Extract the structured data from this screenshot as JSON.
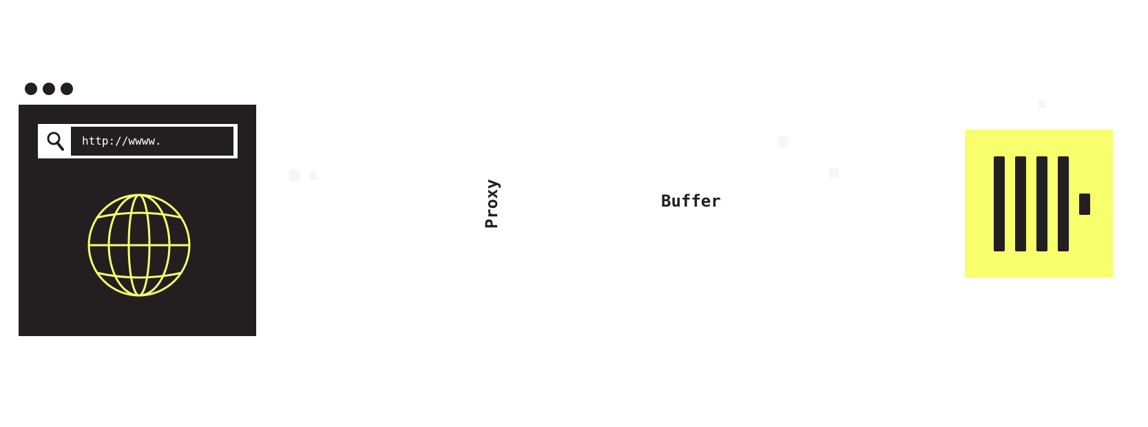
{
  "browser": {
    "url_text": "http://wwww.",
    "search_icon": "search-icon",
    "globe_icon": "globe-icon",
    "accent_color": "#f7ff6c",
    "dark_color": "#231f20"
  },
  "labels": {
    "proxy": "Proxy",
    "buffer": "Buffer"
  },
  "logo": {
    "icon": "clickhouse-logo-icon",
    "background_color": "#f7ff6c",
    "bar_color": "#231f20"
  }
}
